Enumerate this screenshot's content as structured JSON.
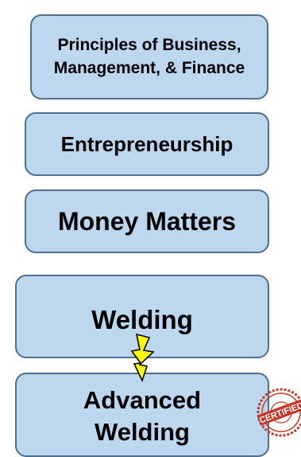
{
  "boxes": {
    "principles": "Principles of Business, Management, & Finance",
    "entrepreneurship": "Entrepreneurship",
    "money_matters": "Money Matters",
    "welding": "Welding",
    "advanced_welding_line1": "Advanced",
    "advanced_welding_line2": "Welding"
  },
  "seal": {
    "icon": "certified-stamp-icon",
    "text": "CERTIFIED"
  },
  "colors": {
    "box_fill": "#bdd7ee",
    "box_border": "#4f6f8f",
    "bolt_fill": "#ffff00",
    "seal_red": "#c0392b"
  }
}
